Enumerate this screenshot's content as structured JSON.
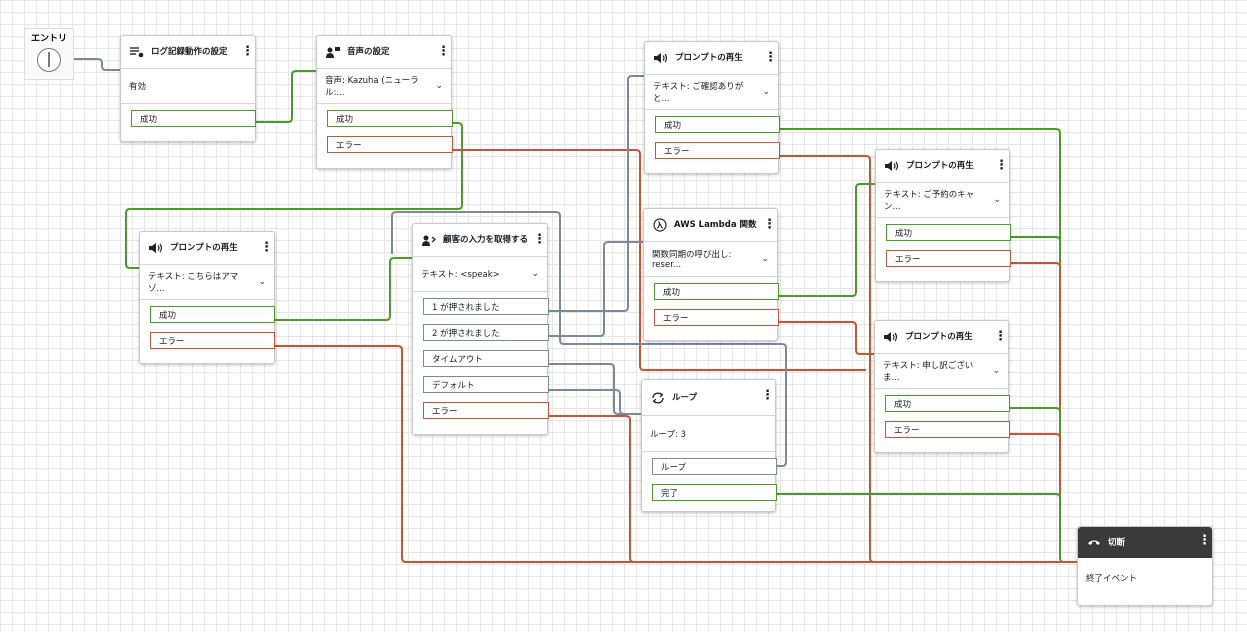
{
  "colors": {
    "success": "#4c9a2a",
    "error": "#c4553a",
    "neutral": "#7d8898"
  },
  "entry": {
    "label": "エントリ",
    "icon": "entry-circle-icon"
  },
  "blocks": {
    "logging": {
      "title": "ログ記録動作の設定",
      "icon": "list-gear-icon",
      "value": "有効",
      "ports": [
        "成功"
      ]
    },
    "voice": {
      "title": "音声の設定",
      "icon": "voice-icon",
      "value": "音声: Kazuha (ニューラル:...",
      "ports": [
        "成功",
        "エラー"
      ]
    },
    "prompt_main": {
      "title": "プロンプトの再生",
      "icon": "speaker-icon",
      "value": "テキスト: こちらはアマゾ...",
      "ports": [
        "成功",
        "エラー"
      ]
    },
    "input": {
      "title": "顧客の入力を取得する",
      "icon": "customer-input-icon",
      "value": "テキスト: <speak>",
      "ports": [
        "1 が押されました",
        "2 が押されました",
        "タイムアウト",
        "デフォルト",
        "エラー"
      ]
    },
    "prompt_confirm": {
      "title": "プロンプトの再生",
      "icon": "speaker-icon",
      "value": "テキスト: ご確認ありがと...",
      "ports": [
        "成功",
        "エラー"
      ]
    },
    "lambda": {
      "title": "AWS Lambda 関数",
      "icon": "lambda-icon",
      "value": "関数同期の呼び出し: reser...",
      "ports": [
        "成功",
        "エラー"
      ]
    },
    "loop": {
      "title": "ループ",
      "icon": "loop-icon",
      "value": "ループ: 3",
      "ports": [
        "ループ",
        "完了"
      ]
    },
    "prompt_cancel": {
      "title": "プロンプトの再生",
      "icon": "speaker-icon",
      "value": "テキスト: ご予約のキャン...",
      "ports": [
        "成功",
        "エラー"
      ]
    },
    "prompt_sorry": {
      "title": "プロンプトの再生",
      "icon": "speaker-icon",
      "value": "テキスト: 申し訳ございま...",
      "ports": [
        "成功",
        "エラー"
      ]
    },
    "disconnect": {
      "title": "切断",
      "icon": "hangup-icon",
      "value": "終了イベント",
      "ports": []
    }
  }
}
